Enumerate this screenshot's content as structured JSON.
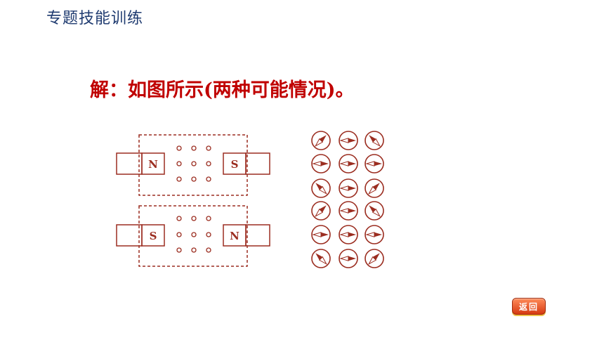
{
  "header": {
    "title": "专题技能训练"
  },
  "answer": {
    "text": "解：如图所示(两种可能情况)。"
  },
  "diagram": {
    "color": "#9b2d20",
    "top_magnets": {
      "left_pole": "N",
      "right_pole": "S"
    },
    "bottom_magnets": {
      "left_pole": "S",
      "right_pole": "N"
    }
  },
  "nav": {
    "back_label": "返回"
  }
}
